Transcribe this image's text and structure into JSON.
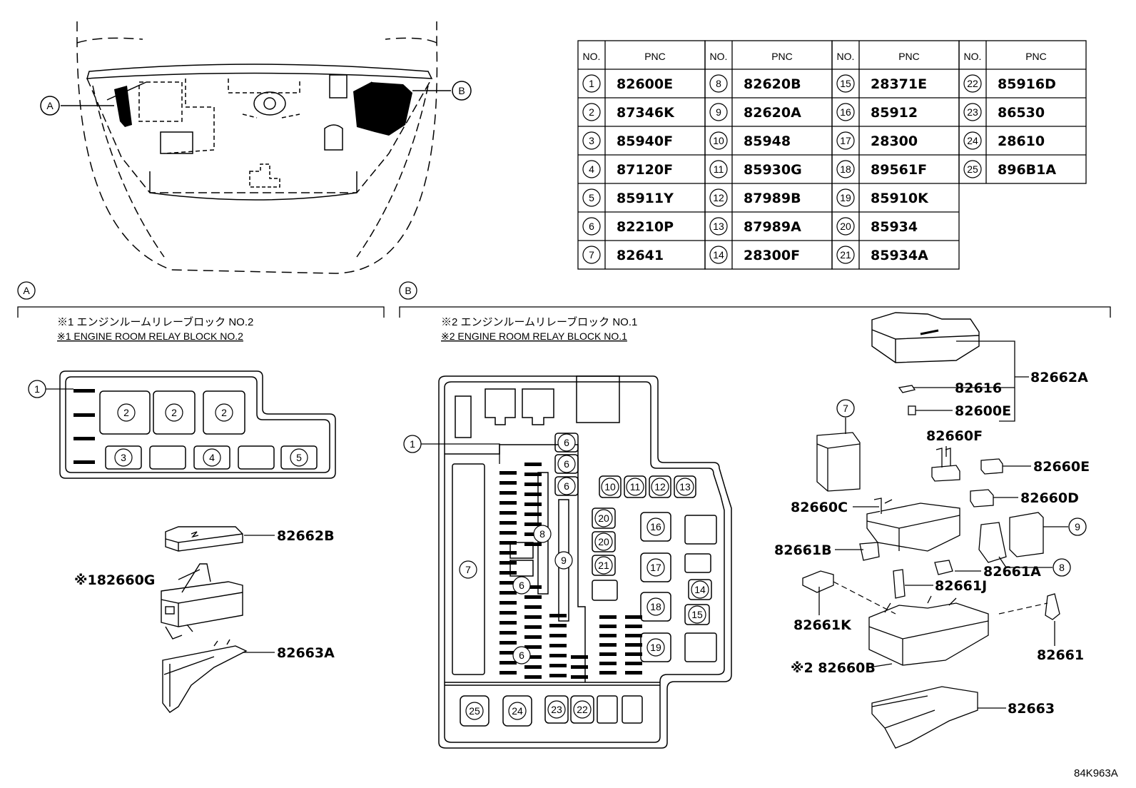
{
  "table": {
    "header": {
      "no": "NO.",
      "pnc": "PNC"
    },
    "rows": [
      {
        "no": "1",
        "pnc": "82600E"
      },
      {
        "no": "2",
        "pnc": "87346K"
      },
      {
        "no": "3",
        "pnc": "85940F"
      },
      {
        "no": "4",
        "pnc": "87120F"
      },
      {
        "no": "5",
        "pnc": "85911Y"
      },
      {
        "no": "6",
        "pnc": "82210P"
      },
      {
        "no": "7",
        "pnc": "82641"
      },
      {
        "no": "8",
        "pnc": "82620B"
      },
      {
        "no": "9",
        "pnc": "82620A"
      },
      {
        "no": "10",
        "pnc": "85948"
      },
      {
        "no": "11",
        "pnc": "85930G"
      },
      {
        "no": "12",
        "pnc": "87989B"
      },
      {
        "no": "13",
        "pnc": "87989A"
      },
      {
        "no": "14",
        "pnc": "28300F"
      },
      {
        "no": "15",
        "pnc": "28371E"
      },
      {
        "no": "16",
        "pnc": "85912"
      },
      {
        "no": "17",
        "pnc": "28300"
      },
      {
        "no": "18",
        "pnc": "89561F"
      },
      {
        "no": "19",
        "pnc": "85910K"
      },
      {
        "no": "20",
        "pnc": "85934"
      },
      {
        "no": "21",
        "pnc": "85934A"
      },
      {
        "no": "22",
        "pnc": "85916D"
      },
      {
        "no": "23",
        "pnc": "86530"
      },
      {
        "no": "24",
        "pnc": "28610"
      },
      {
        "no": "25",
        "pnc": "896B1A"
      }
    ]
  },
  "locators": {
    "a": "A",
    "b": "B"
  },
  "section_a": {
    "title_jp": "※1 エンジンルームリレーブロック NO.2",
    "title_en": "※1 ENGINE ROOM RELAY BLOCK NO.2",
    "callouts": [
      "1",
      "2",
      "2",
      "2",
      "3",
      "4",
      "5"
    ],
    "parts": {
      "cover": "82662B",
      "block": "※182660G",
      "lower": "82663A"
    }
  },
  "section_b": {
    "title_jp": "※2 エンジンルームリレーブロック NO.1",
    "title_en": "※2 ENGINE ROOM RELAY BLOCK NO.1",
    "parts": {
      "p82662A": "82662A",
      "p82616": "82616",
      "p82600E": "82600E",
      "p82660F": "82660F",
      "p82660E": "82660E",
      "p82660D": "82660D",
      "p82660C": "82660C",
      "p82661B": "82661B",
      "p82661A": "82661A",
      "p82661J": "82661J",
      "p82661K": "82661K",
      "p82661": "82661",
      "p82660B": "※2 82660B",
      "p82663": "82663"
    }
  },
  "figure_id": "84K963A"
}
